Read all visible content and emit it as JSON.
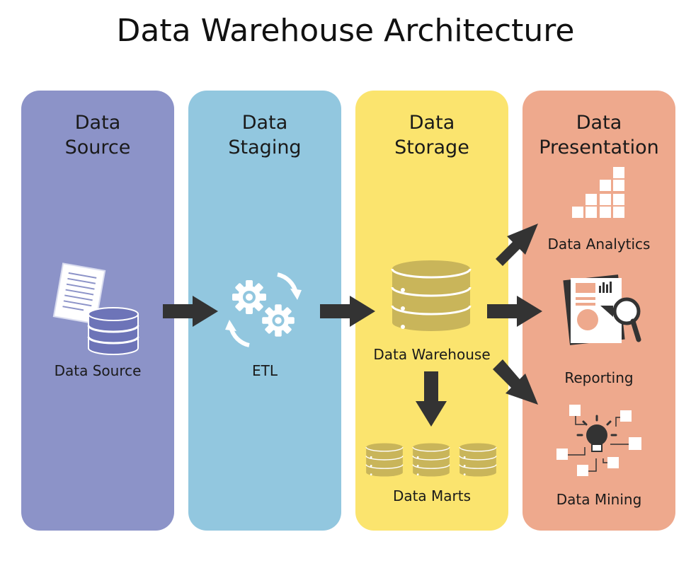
{
  "title": "Data Warehouse Architecture",
  "columns": [
    {
      "heading_line1": "Data",
      "heading_line2": "Source",
      "color": "#8c93c8"
    },
    {
      "heading_line1": "Data",
      "heading_line2": "Staging",
      "color": "#92c7df"
    },
    {
      "heading_line1": "Data",
      "heading_line2": "Storage",
      "color": "#fbe46e"
    },
    {
      "heading_line1": "Data",
      "heading_line2": "Presentation",
      "color": "#eea98d"
    }
  ],
  "nodes": {
    "data_source": {
      "label": "Data Source",
      "icon": "document-database-icon"
    },
    "etl": {
      "label": "ETL",
      "icon": "gears-cycle-icon"
    },
    "data_warehouse": {
      "label": "Data Warehouse",
      "icon": "database-icon"
    },
    "data_marts": {
      "label": "Data Marts",
      "icon": "database-icon"
    },
    "data_analytics": {
      "label": "Data Analytics",
      "icon": "bar-chart-icon"
    },
    "reporting": {
      "label": "Reporting",
      "icon": "report-magnifier-icon"
    },
    "data_mining": {
      "label": "Data Mining",
      "icon": "lightbulb-network-icon"
    }
  },
  "colors": {
    "arrow": "#333333",
    "db_fill": "#c9b55a",
    "source_db_fill": "#6d74b8"
  }
}
